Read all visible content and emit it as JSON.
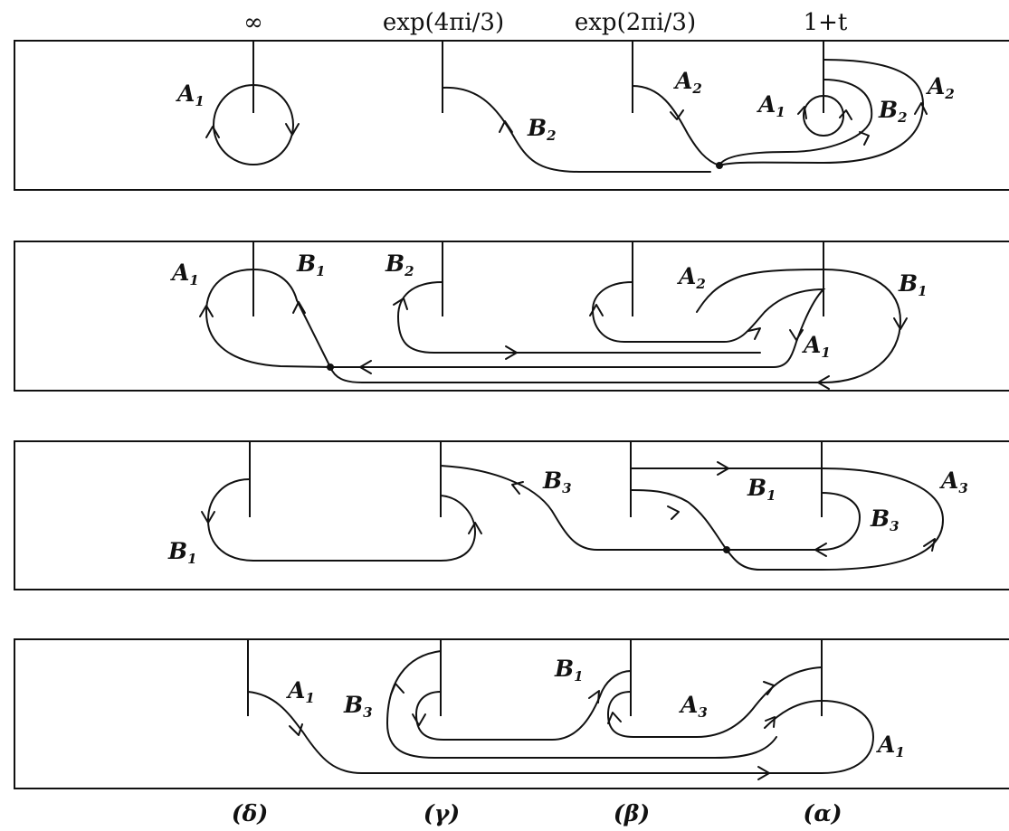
{
  "colors": {
    "ink": "#111111",
    "background": "#ffffff"
  },
  "top_labels": [
    "∞",
    "exp(4πi/3)",
    "exp(2πi/3)",
    "1+t"
  ],
  "bottom_labels": [
    "(δ)",
    "(γ)",
    "(β)",
    "(α)"
  ],
  "panels": [
    {
      "labels": [
        {
          "main": "A",
          "sub": "1"
        },
        {
          "main": "B",
          "sub": "2"
        },
        {
          "main": "A",
          "sub": "2"
        },
        {
          "main": "A",
          "sub": "1"
        },
        {
          "main": "B",
          "sub": "2"
        },
        {
          "main": "A",
          "sub": "2"
        }
      ]
    },
    {
      "labels": [
        {
          "main": "A",
          "sub": "1"
        },
        {
          "main": "B",
          "sub": "1"
        },
        {
          "main": "B",
          "sub": "2"
        },
        {
          "main": "A",
          "sub": "2"
        },
        {
          "main": "B",
          "sub": "1"
        },
        {
          "main": "A",
          "sub": "1"
        }
      ]
    },
    {
      "labels": [
        {
          "main": "B",
          "sub": "3"
        },
        {
          "main": "B",
          "sub": "1"
        },
        {
          "main": "A",
          "sub": "3"
        },
        {
          "main": "B",
          "sub": "3"
        },
        {
          "main": "B",
          "sub": "1"
        }
      ]
    },
    {
      "labels": [
        {
          "main": "A",
          "sub": "1"
        },
        {
          "main": "B",
          "sub": "1"
        },
        {
          "main": "B",
          "sub": "3"
        },
        {
          "main": "A",
          "sub": "3"
        },
        {
          "main": "A",
          "sub": "1"
        }
      ]
    }
  ]
}
